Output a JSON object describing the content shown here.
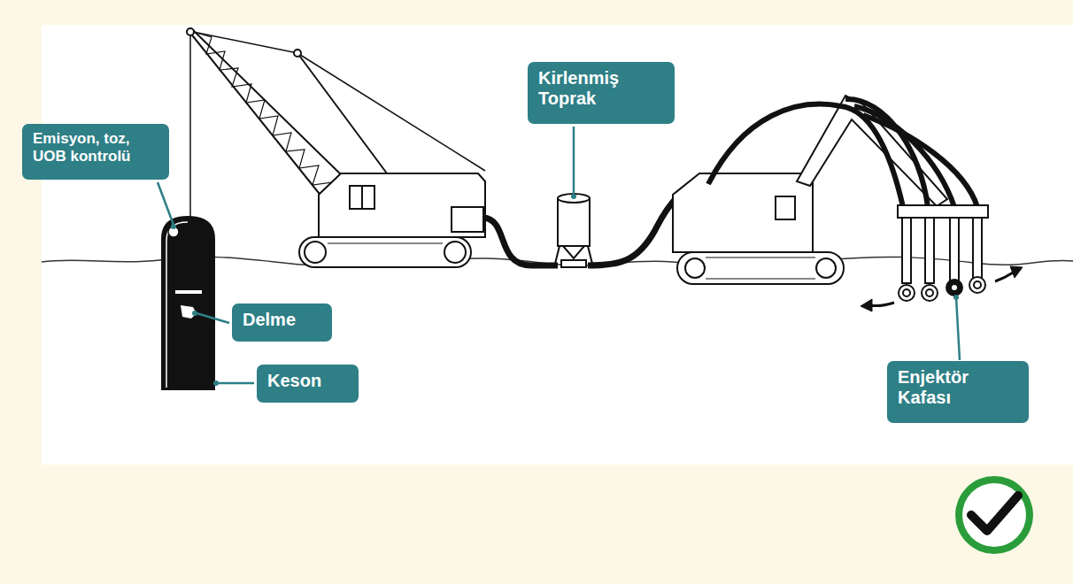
{
  "diagram": {
    "nodes": [
      {
        "text": [
          "Emisyon, toz, UOB kontrolü"
        ]
      },
      {
        "text": [
          "Kirlenmiş Toprak"
        ]
      },
      {
        "text": [
          "Delme"
        ]
      },
      {
        "text": [
          "Keson"
        ]
      },
      {
        "text": [
          "Enjektör Kafası"
        ]
      }
    ]
  }
}
